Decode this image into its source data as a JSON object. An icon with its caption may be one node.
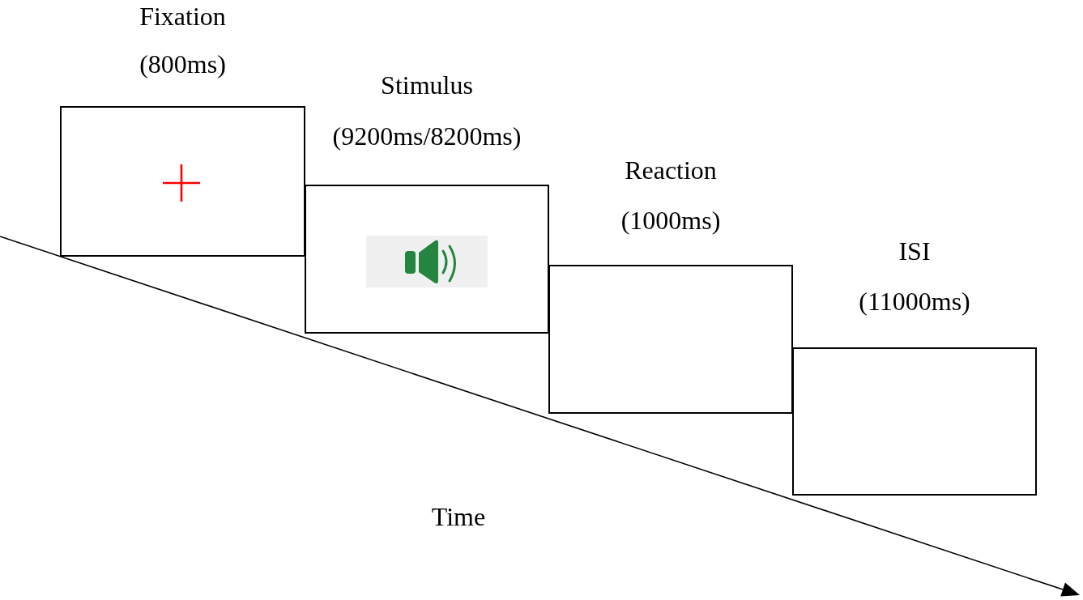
{
  "diagram": {
    "nodes": [
      {
        "text": [],
        "shape": "box",
        "beside": [
          "Fixation",
          "(800ms)"
        ]
      },
      {
        "text": [],
        "shape": "box",
        "beside": [
          "Stimulus",
          "(9200ms/8200ms)"
        ]
      },
      {
        "text": [],
        "shape": "box",
        "beside": [
          "Reaction",
          "(1000ms)"
        ]
      },
      {
        "text": [],
        "shape": "box",
        "beside": [
          "ISI",
          "(11000ms)"
        ]
      }
    ],
    "labels": [
      "Time"
    ]
  }
}
